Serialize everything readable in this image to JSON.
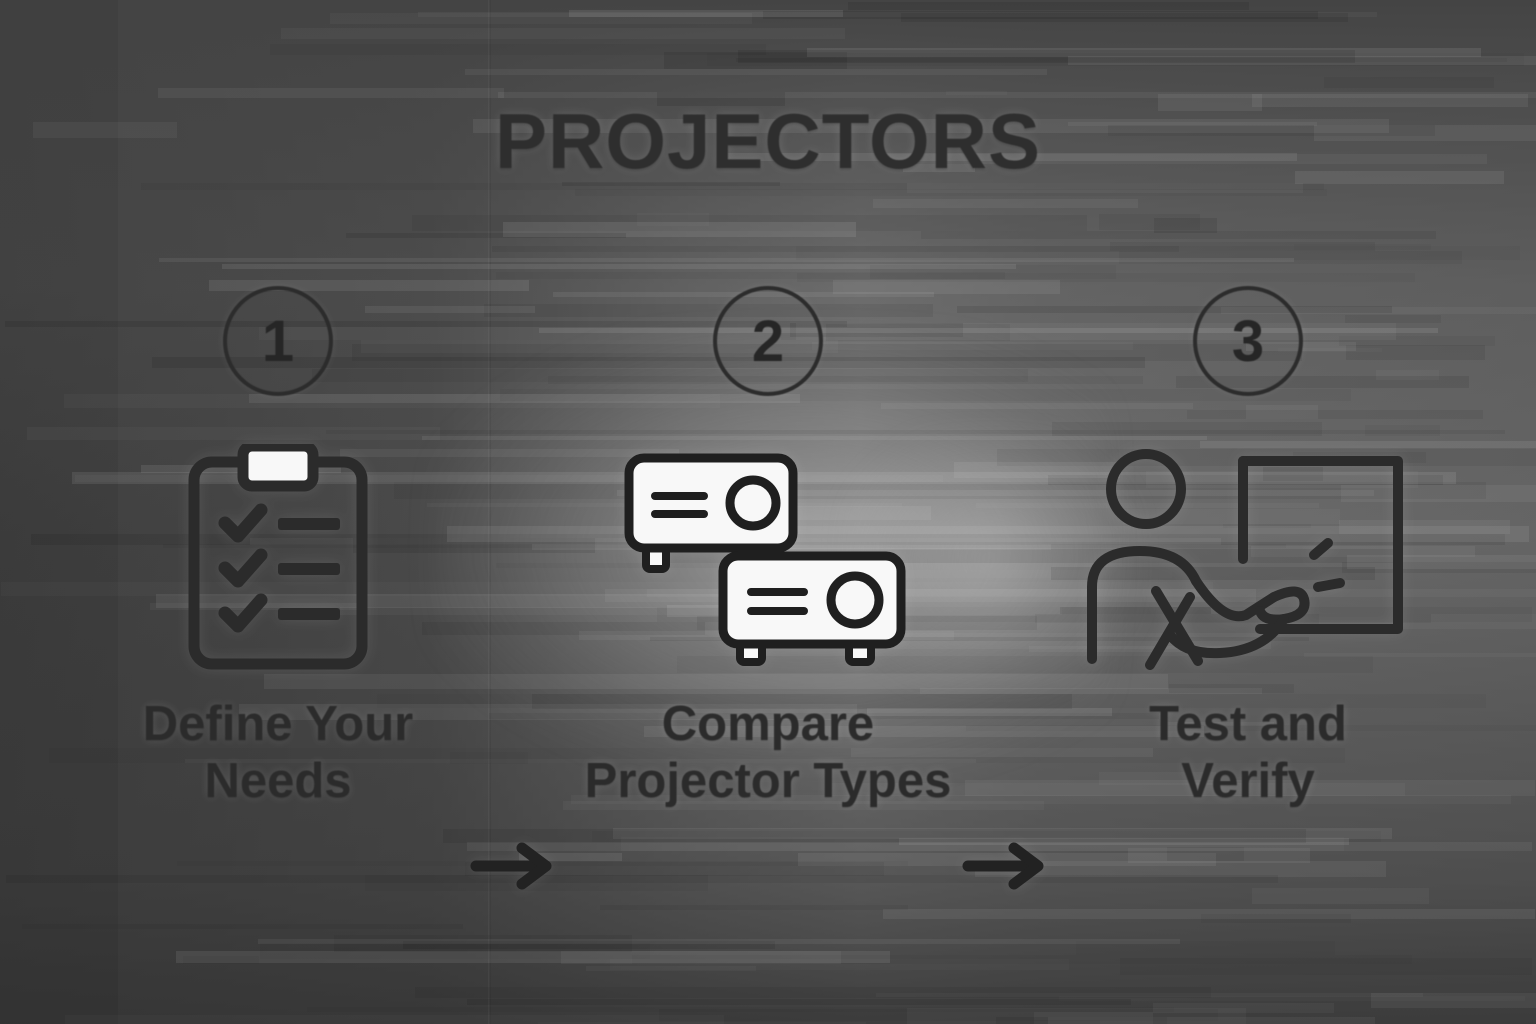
{
  "title": "PROJECTORS",
  "theme": {
    "ink": "#2b2b2b",
    "icon_fill": "#f7f7f7",
    "background_light": "#7a7a7a",
    "background_dark": "#3f3f3f"
  },
  "steps": [
    {
      "number": "1",
      "icon": "clipboard-checklist-icon",
      "caption_line1": "Define Your",
      "caption_line2": "Needs"
    },
    {
      "number": "2",
      "icon": "two-projectors-icon",
      "caption_line1": "Compare",
      "caption_line2": "Projector Types"
    },
    {
      "number": "3",
      "icon": "person-pointing-at-screen-icon",
      "caption_line1": "Test and",
      "caption_line2": "Verify"
    }
  ],
  "connectors": [
    {
      "name": "arrow-right-icon",
      "from": "1",
      "to": "2"
    },
    {
      "name": "arrow-right-icon",
      "from": "2",
      "to": "3"
    }
  ]
}
